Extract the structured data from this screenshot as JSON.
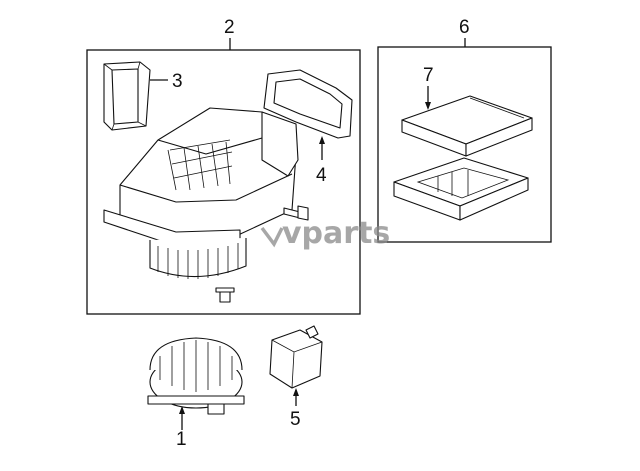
{
  "diagram": {
    "callouts": {
      "c1": "1",
      "c2": "2",
      "c3": "3",
      "c4": "4",
      "c5": "5",
      "c6": "6",
      "c7": "7"
    },
    "watermark": "vparts",
    "colors": {
      "line": "#111111",
      "background": "#ffffff",
      "watermark": "#8a8a8a"
    }
  }
}
